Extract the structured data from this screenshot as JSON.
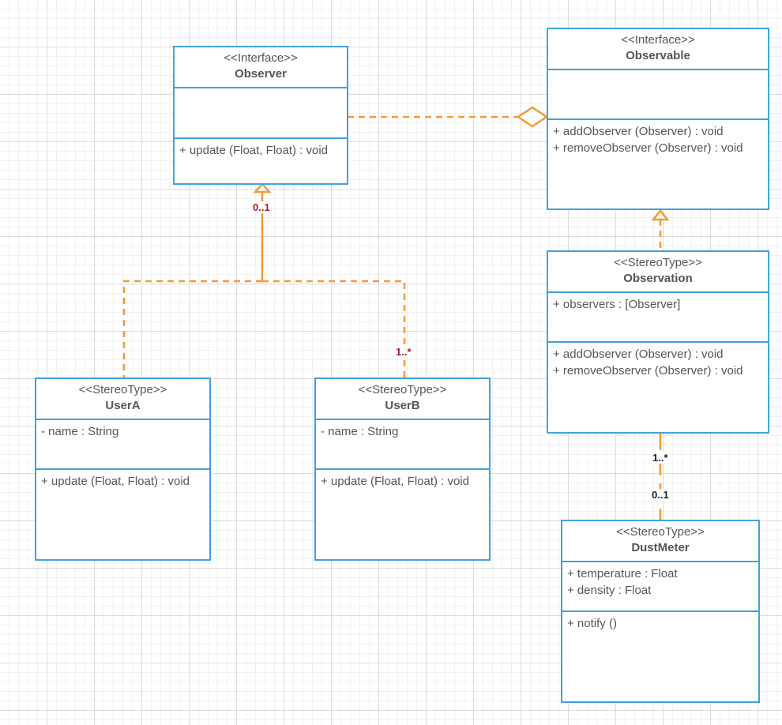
{
  "diagram": {
    "classes": {
      "observer": {
        "stereotype": "<<Interface>>",
        "name": "Observer",
        "attributes": [],
        "operations": [
          "+ update (Float, Float) : void"
        ]
      },
      "observable": {
        "stereotype": "<<Interface>>",
        "name": "Observable",
        "attributes": [],
        "operations": [
          "+ addObserver (Observer) : void",
          "+ removeObserver (Observer) : void"
        ]
      },
      "observation": {
        "stereotype": "<<StereoType>>",
        "name": "Observation",
        "attributes": [
          "+ observers : [Observer]"
        ],
        "operations": [
          "+ addObserver (Observer) : void",
          "+ removeObserver (Observer) : void"
        ]
      },
      "usera": {
        "stereotype": "<<StereoType>>",
        "name": "UserA",
        "attributes": [
          "- name : String"
        ],
        "operations": [
          "+ update (Float, Float) : void"
        ]
      },
      "userb": {
        "stereotype": "<<StereoType>>",
        "name": "UserB",
        "attributes": [
          "- name : String"
        ],
        "operations": [
          "+ update (Float, Float) : void"
        ]
      },
      "dustmeter": {
        "stereotype": "<<StereoType>>",
        "name": "DustMeter",
        "attributes": [
          "+ temperature : Float",
          "+ density : Float"
        ],
        "operations": [
          "+ notify ()"
        ]
      }
    },
    "multiplicities": {
      "observer_inherit": "0..1",
      "userb_inherit": "1..*",
      "observation_dustmeter_top": "1..*",
      "observation_dustmeter_bottom": "0..1"
    },
    "colors": {
      "class_border": "#3fa2dc",
      "connector": "#f39a33",
      "text": "#555555",
      "multiplicity_red": "#9a1e1e"
    }
  }
}
